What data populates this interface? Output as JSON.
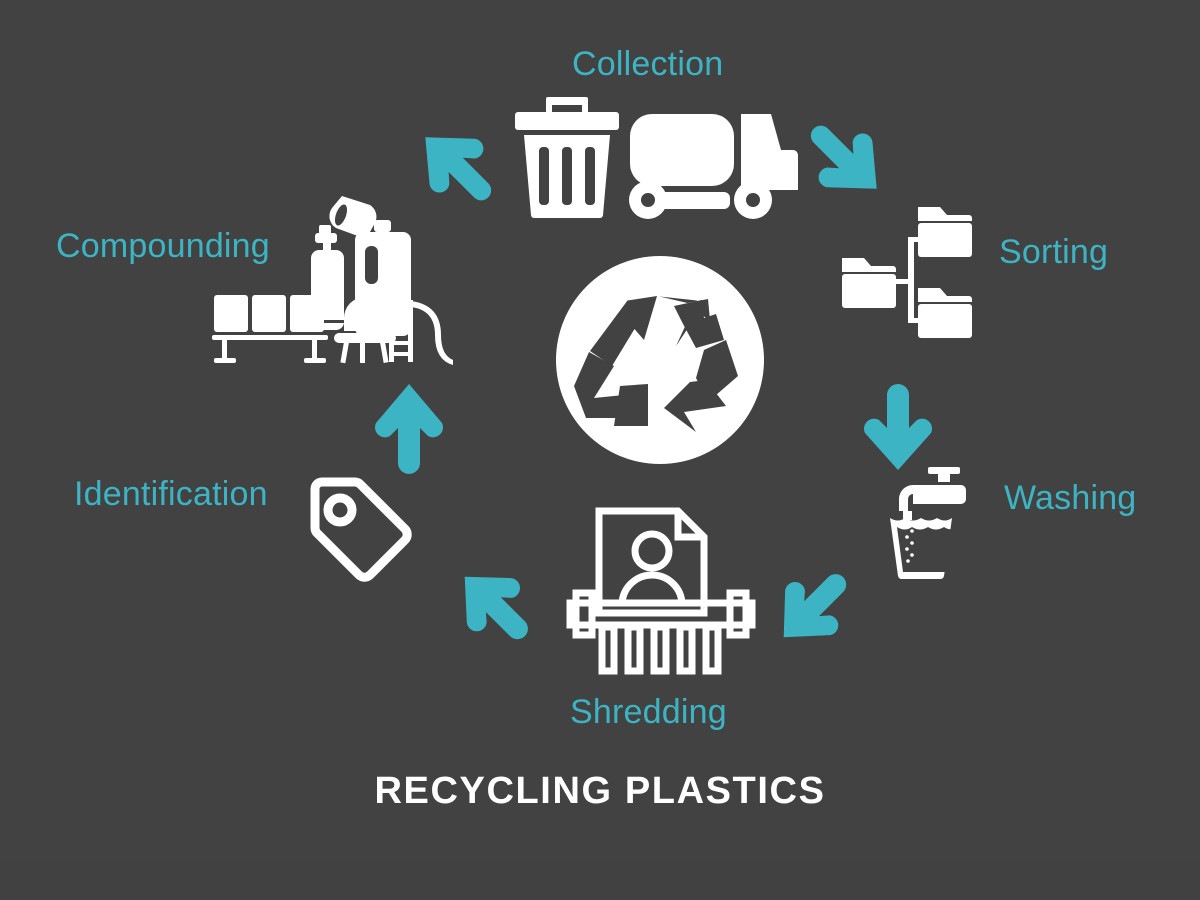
{
  "diagram": {
    "title": "RECYCLING PLASTICS",
    "background_color": "#424242",
    "accent_color": "#3db4c4",
    "icon_color": "#ffffff",
    "center": {
      "icon": "recycle-symbol",
      "label": ""
    },
    "steps": [
      {
        "id": "collection",
        "label": "Collection",
        "icons": [
          "trash-bin-icon",
          "garbage-truck-icon"
        ]
      },
      {
        "id": "sorting",
        "label": "Sorting",
        "icons": [
          "folder-tree-icon"
        ]
      },
      {
        "id": "washing",
        "label": "Washing",
        "icons": [
          "faucet-basin-icon"
        ]
      },
      {
        "id": "shredding",
        "label": "Shredding",
        "icons": [
          "paper-shredder-icon"
        ]
      },
      {
        "id": "identification",
        "label": "Identification",
        "icons": [
          "price-tag-icon"
        ]
      },
      {
        "id": "compounding",
        "label": "Compounding",
        "icons": [
          "spray-can-icon",
          "detergent-jug-icon",
          "cup-icon",
          "bench-icon",
          "chair-icon",
          "playground-slide-icon"
        ]
      }
    ],
    "arrows": [
      {
        "id": "arrow-to-collection",
        "direction": "up-right",
        "color": "#3db4c4"
      },
      {
        "id": "arrow-to-sorting",
        "direction": "down-right",
        "color": "#3db4c4"
      },
      {
        "id": "arrow-to-washing",
        "direction": "down",
        "color": "#3db4c4"
      },
      {
        "id": "arrow-to-shredding",
        "direction": "down-left",
        "color": "#3db4c4"
      },
      {
        "id": "arrow-to-identification",
        "direction": "up-left",
        "color": "#3db4c4"
      },
      {
        "id": "arrow-to-compounding",
        "direction": "up",
        "color": "#3db4c4"
      }
    ]
  }
}
